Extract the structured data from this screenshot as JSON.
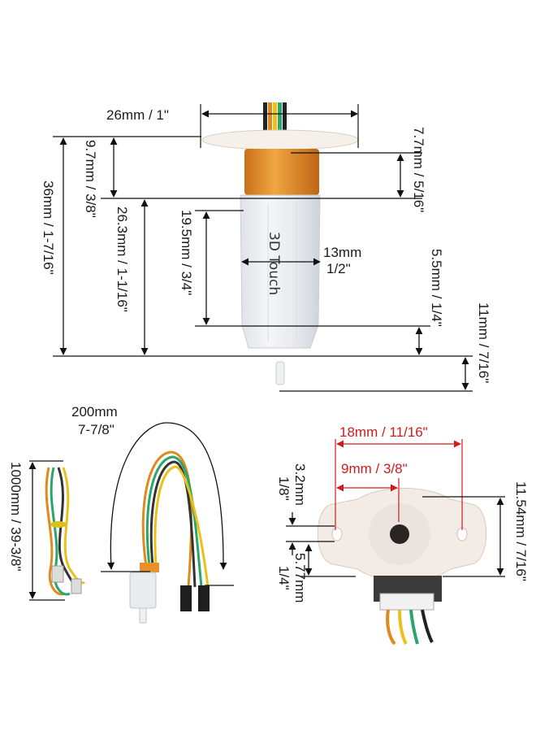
{
  "dimensions": {
    "width": "26mm / 1\"",
    "total_height": "36mm / 1-7/16\"",
    "flange_to_body": "9.7mm / 3/8\"",
    "coil_height": "7.7mm / 5/16\"",
    "body_height": "26.3mm / 1-1/16\"",
    "sleeve_height": "19.5mm / 3/4\"",
    "body_diameter_mm": "13mm",
    "body_diameter_in": "1/2\"",
    "tip_step": "5.5mm / 1/4\"",
    "pin_length": "11mm / 7/16\""
  },
  "cable": {
    "length_long": "1000mm / 39-3/8\"",
    "length_short_mm": "200mm",
    "length_short_in": "7-7/8\""
  },
  "mount": {
    "hole_spacing": "18mm / 11/16\"",
    "half_spacing": "9mm / 3/8\"",
    "hole_diameter_mm": "3.2mm",
    "hole_diameter_in": "1/8\"",
    "flange_width": "11.54mm / 7/16\"",
    "offset_mm": "5.77mm",
    "offset_in": "1/4\""
  },
  "product_label": "3D Touch",
  "colors": {
    "red_dimension": "#d11a1a",
    "coil": "#e8912a",
    "body": "#e9ecef",
    "line": "#111111"
  }
}
